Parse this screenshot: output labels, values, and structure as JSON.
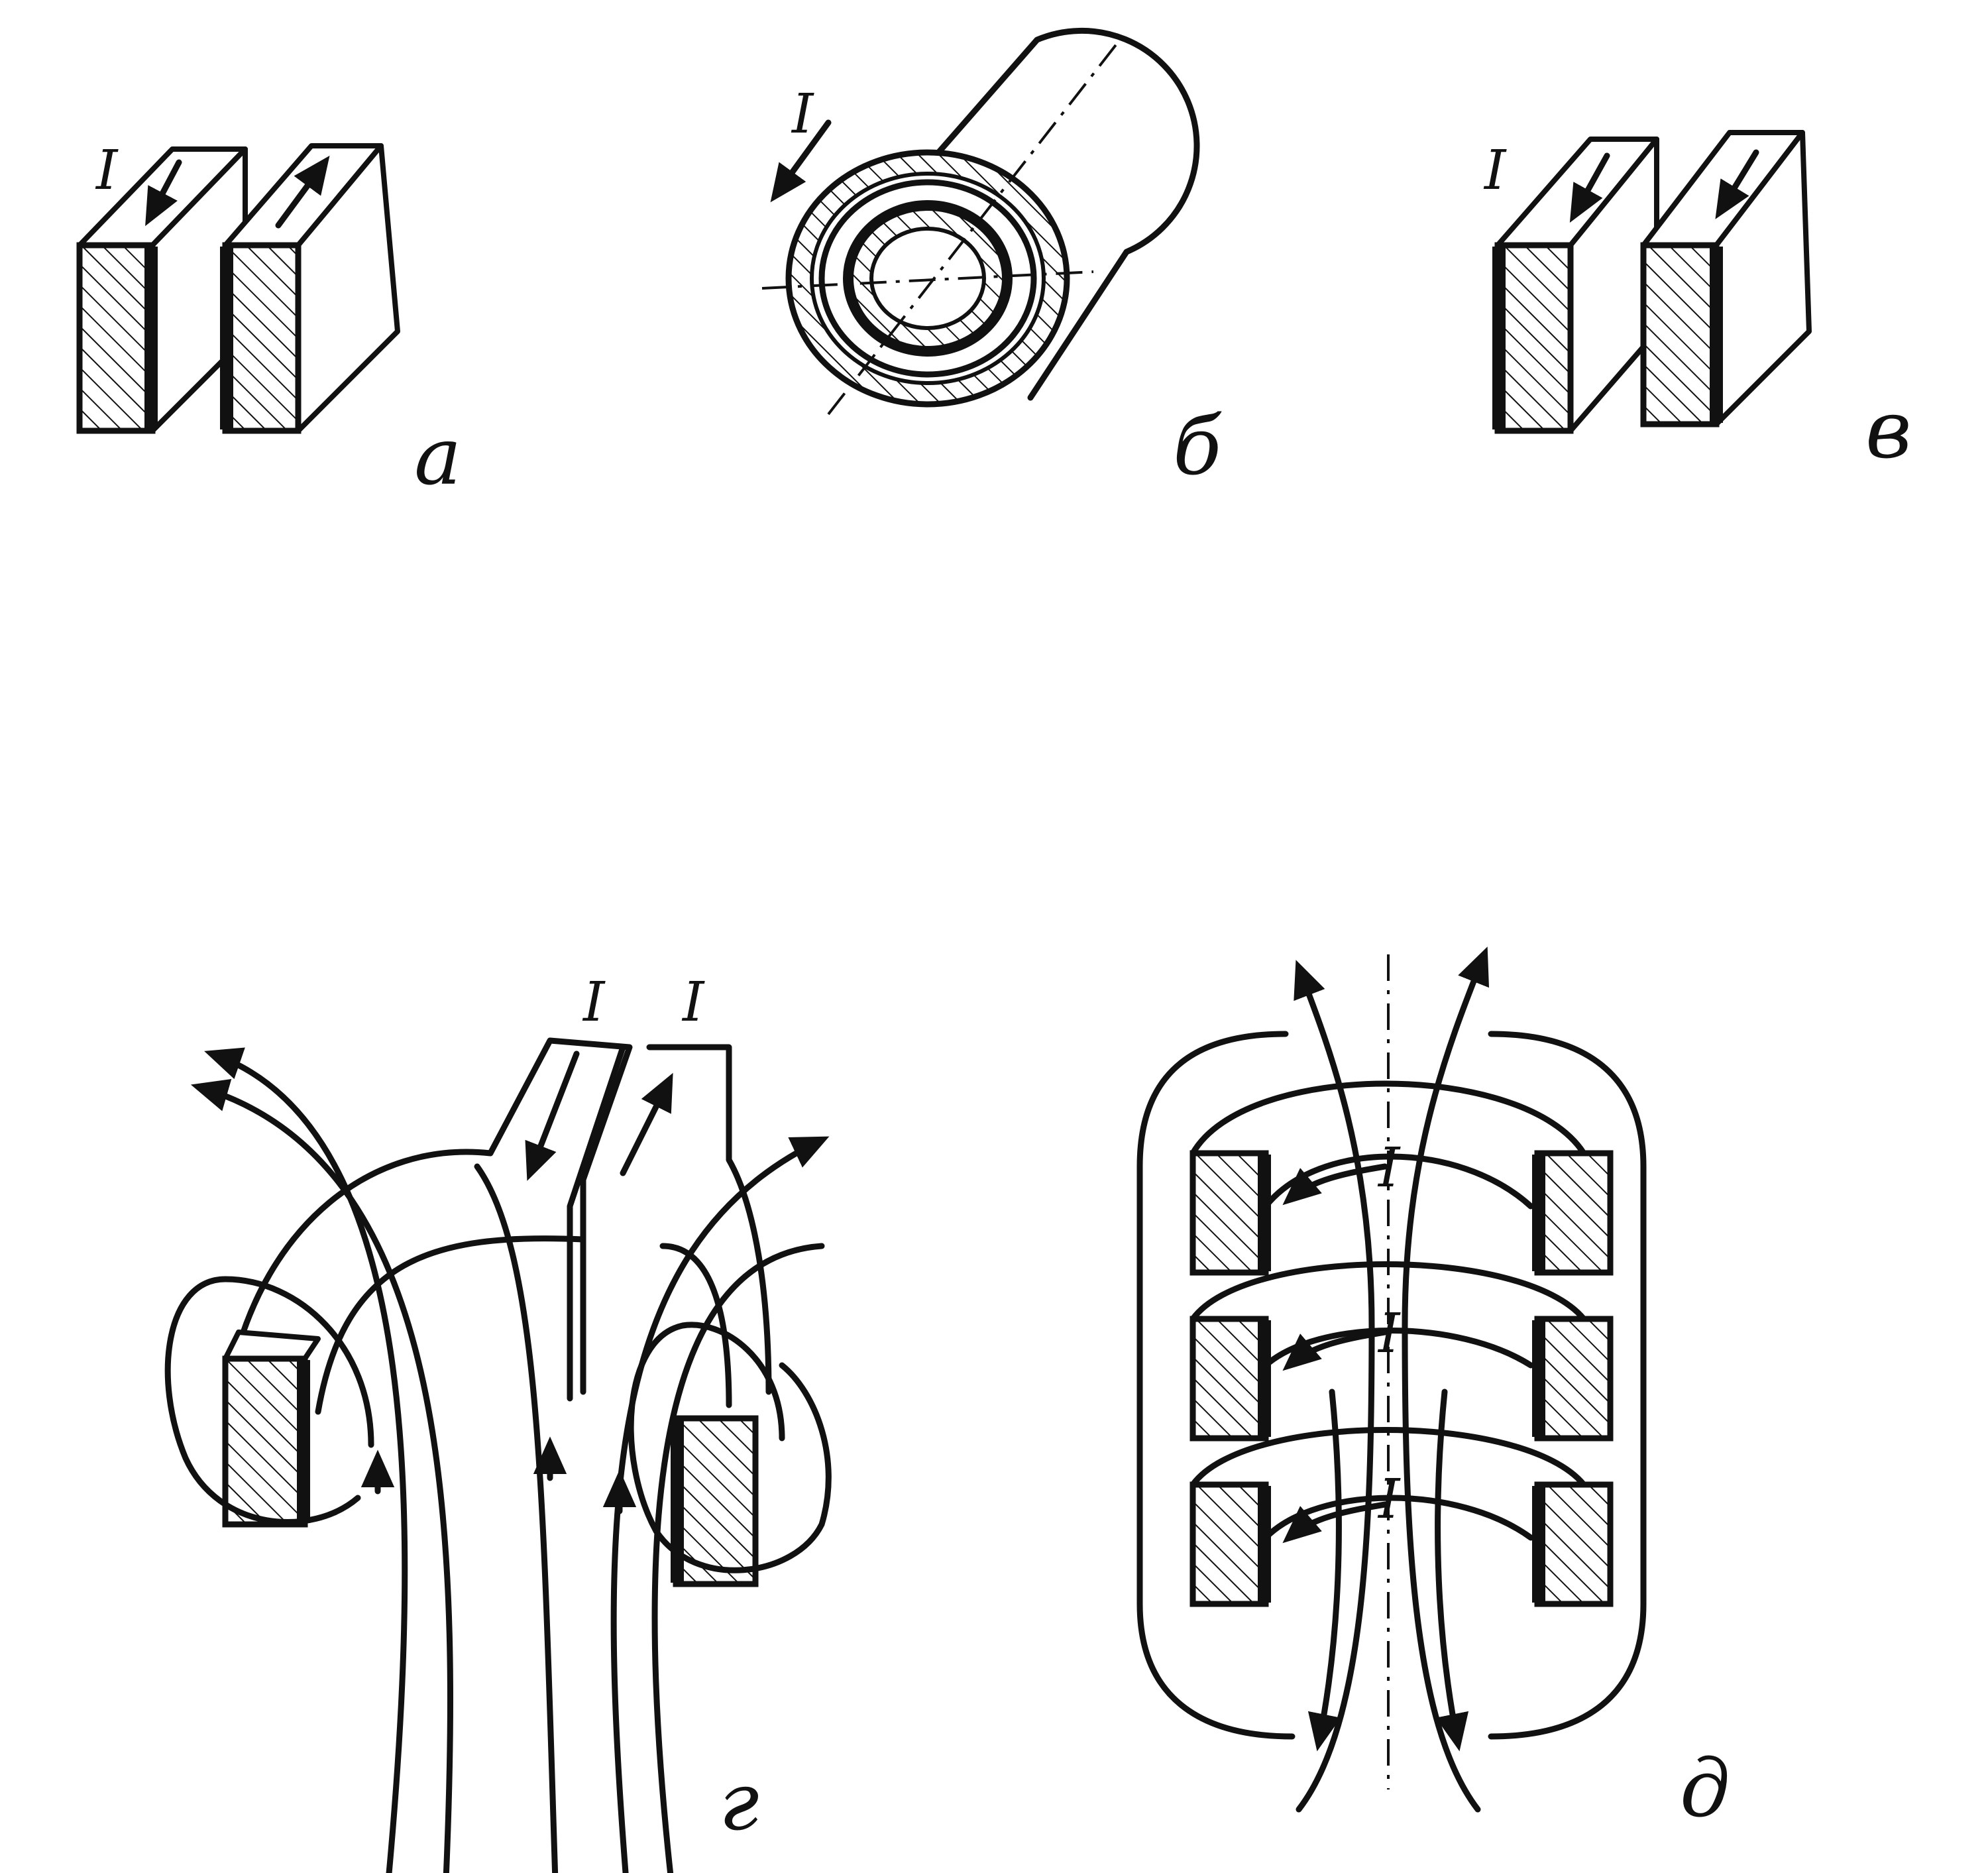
{
  "panels": {
    "a": {
      "label": "а",
      "current": "I"
    },
    "b": {
      "label": "б",
      "current": "I"
    },
    "v": {
      "label": "в",
      "current": "I"
    },
    "g": {
      "label": "г",
      "current_left": "I",
      "current_right": "I"
    },
    "d": {
      "label": "д",
      "current_top": "I",
      "current_middle": "I",
      "current_bottom": "I"
    }
  },
  "colors": {
    "ink": "#111111",
    "background": "#ffffff"
  }
}
